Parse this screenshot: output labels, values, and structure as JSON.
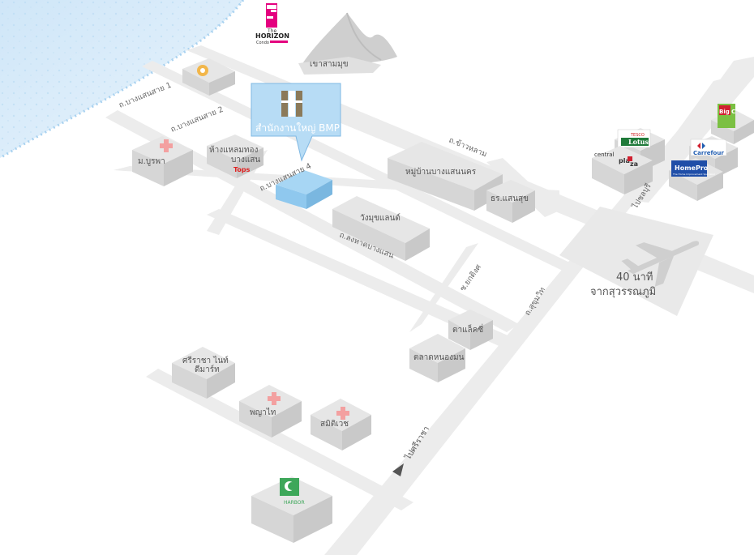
{
  "roads": {
    "bang_saen_sai_1": "ถ.บางแสนสาย 1",
    "bang_saen_sai_2": "ถ.บางแสนสาย 2",
    "bang_saen_sai_4": "ถ.บางแสนสาย 4",
    "kao_hlam": "ถ.ข้าวหลาม",
    "long_had_bangsaen": "ถ.ลงหาดบางแสน",
    "sukhumvit": "ถ.สุขุมวิท",
    "sri_racha_dir": "ไปศรีราชา",
    "chonburi_dir": "ไปชลบุรี",
    "sui_bak_san": "ซ.ยกติงศ"
  },
  "places": {
    "horizon_logo": {
      "line1": "The",
      "line2": "HORIZON",
      "line3": "Condo"
    },
    "khao_sam_muk": "เขาสามมุข",
    "buu": "ม.บูรพา",
    "laemthong": "ห้างแหลมทอง",
    "laemthong_sub": "บางแสน",
    "tops": "Tops",
    "bmp_office": "สำนักงานใหญ่ BMP",
    "village": "หมู่บ้านบางแสนนคร",
    "school": "ธร.แสนสุข",
    "wang_mukda": "วังมุขแลนด์",
    "tamadhee": "ตาแล็คซี่",
    "bang_market": "ตลาดหนองมน",
    "sriracha_hosp": "ศรีราชา ไนท์",
    "sriracha_hosp_2": "ดีมาร์ท",
    "phyathai": "พญาไท",
    "samitivej": "สมิติเวช",
    "airport_time": "40 นาที",
    "airport_from": "จากสุวรรณภูมิ",
    "tesco_top": "TESCO",
    "tesco": "Lotus",
    "central": "central",
    "central_b": "pla",
    "central_c": "za",
    "carrefour": "Carrefour",
    "homepro": "HomePro",
    "homepro_sub": "The Home Improvement Specialist",
    "bigc": "Big C",
    "harbor_brand": "HARBOR"
  },
  "colors": {
    "sea": "#d6ebfa",
    "road": "#ececec",
    "block_top": "#e6e6e6",
    "block_side": "#cfcfcf",
    "bmp": "#8fc8ee",
    "pink": "#e4007f",
    "cross": "#f3a0a0"
  },
  "icons": {
    "airplane": "airplane-icon",
    "cross": "hospital-cross-icon",
    "arrow": "direction-arrow-icon"
  }
}
